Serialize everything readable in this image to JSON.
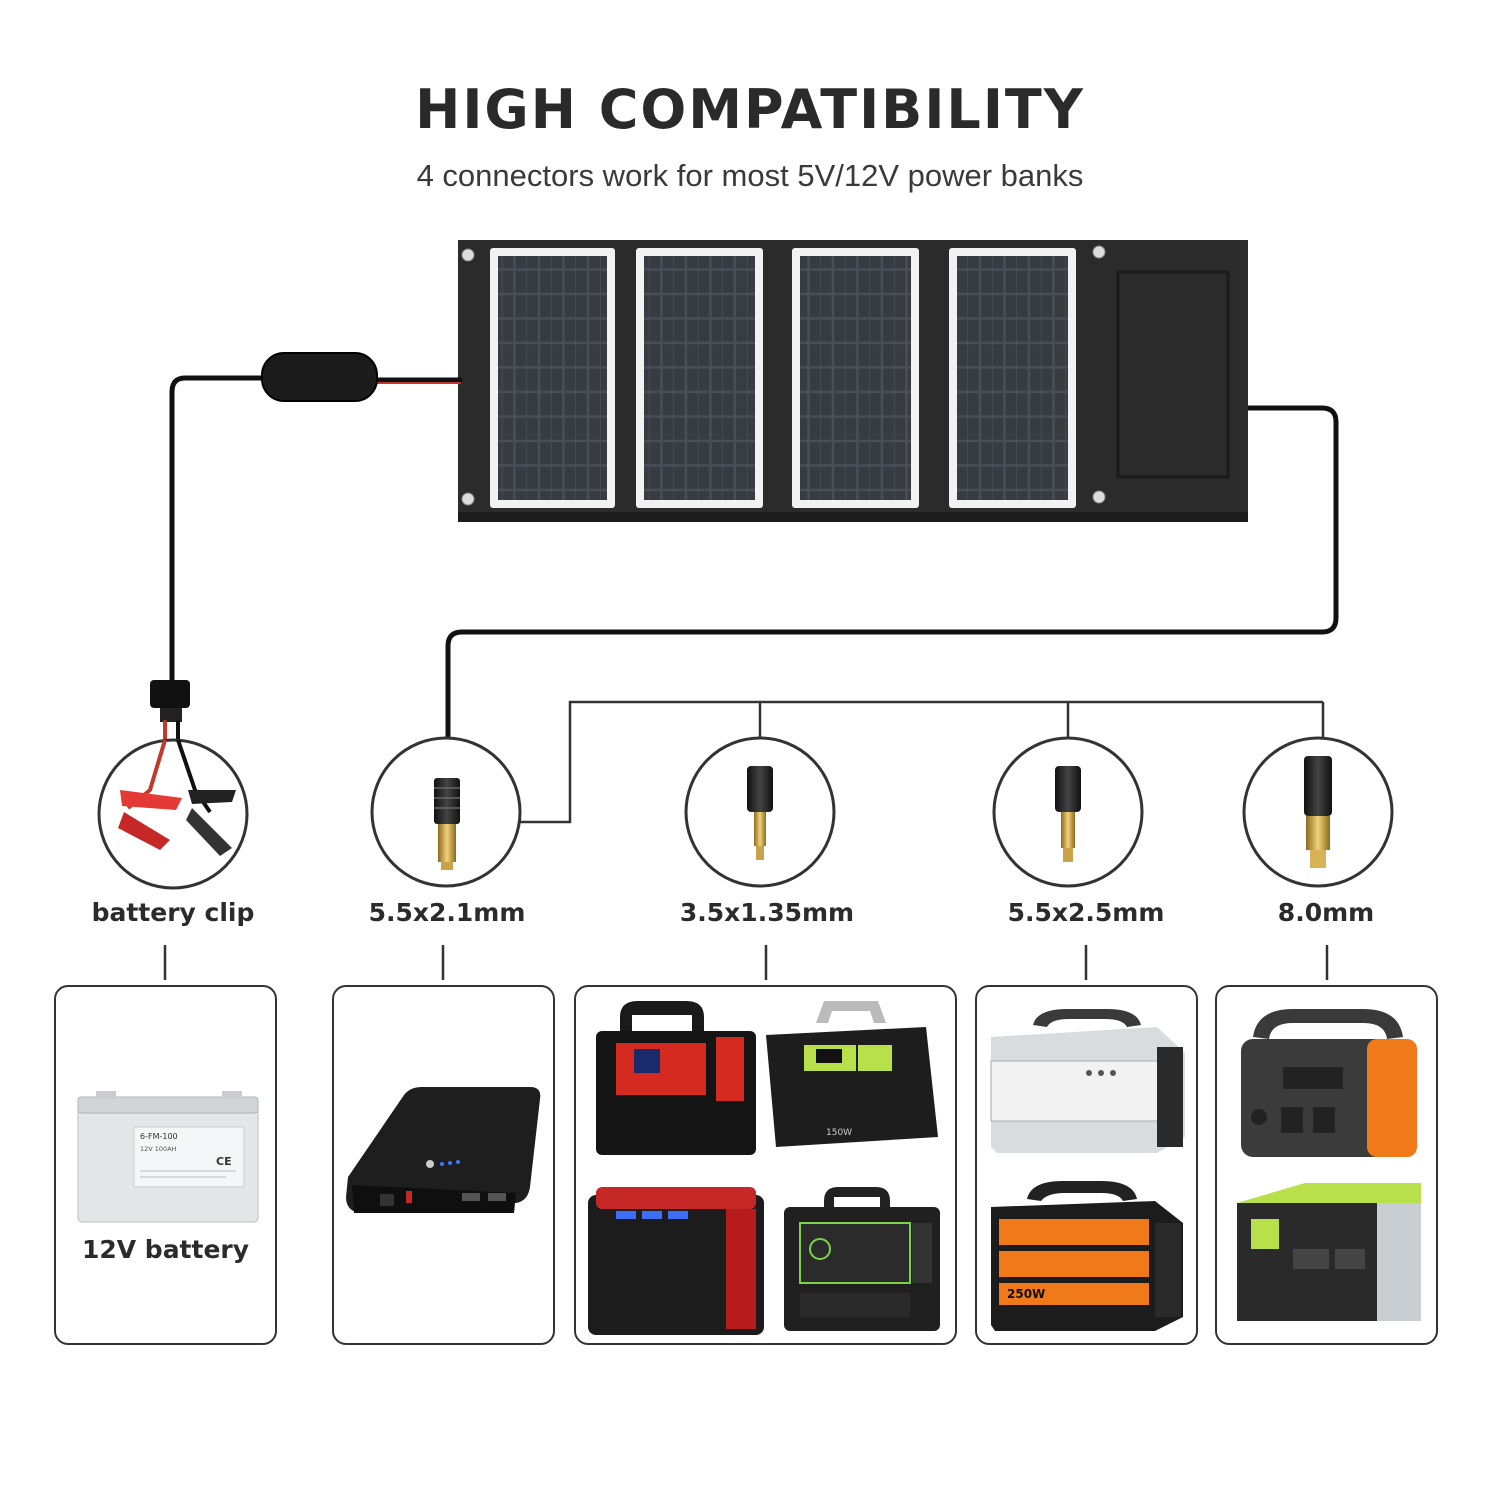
{
  "header": {
    "title": "HIGH COMPATIBILITY",
    "subtitle": "4 connectors work for most 5V/12V power banks"
  },
  "connectors": [
    {
      "label": "battery clip",
      "icon": "battery-clip-icon"
    },
    {
      "label": "5.5x2.1mm",
      "icon": "dc-plug-male-icon"
    },
    {
      "label": "3.5x1.35mm",
      "icon": "dc-adapter-icon"
    },
    {
      "label": "5.5x2.5mm",
      "icon": "dc-adapter-icon"
    },
    {
      "label": "8.0mm",
      "icon": "dc-adapter-icon"
    }
  ],
  "devices": {
    "battery_caption": "12V battery",
    "battery_texts": [
      "6-FM-100",
      "12V 100AH",
      "CE"
    ],
    "station_prints": [
      "150W",
      "250W"
    ]
  },
  "colors": {
    "panel_fabric": "#2b2b2b",
    "cable": "#111111",
    "cable_red": "#c0392b",
    "station_red": "#d42a1f",
    "station_orange": "#f07a1a",
    "station_green": "#b8e04a"
  }
}
